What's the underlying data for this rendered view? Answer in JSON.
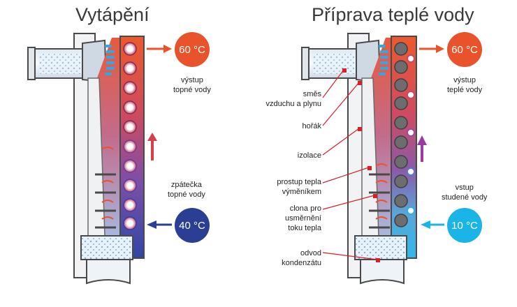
{
  "left": {
    "title": "Vytápění",
    "outlet_temp": "60 °C",
    "inlet_temp": "40 °C",
    "outlet_label": [
      "výstup",
      "topné vody"
    ],
    "inlet_label": [
      "zpátečka",
      "topné vody"
    ]
  },
  "right": {
    "title": "Příprava teplé vody",
    "outlet_temp": "60 °C",
    "inlet_temp": "10 °C",
    "outlet_label": [
      "výstup",
      "teplé vody"
    ],
    "inlet_label": [
      "vstup",
      "studené vody"
    ],
    "callouts": {
      "mix": [
        "směs",
        "vzduchu a plynu"
      ],
      "burner": [
        "hořák"
      ],
      "insulation": [
        "izolace"
      ],
      "heat_transfer": [
        "prostup tepla",
        "výměníkem"
      ],
      "baffle": [
        "clona pro",
        "usměrnění",
        "toku tepla"
      ],
      "condensate": [
        "odvod",
        "kondenzátu"
      ]
    }
  },
  "colors": {
    "hot": "#e8532b",
    "return_blue": "#2a3f94",
    "cold_cyan": "#1bb4e6",
    "callout_red": "#d81e2a",
    "arrow_up_red": "#d6404a",
    "arrow_up_purple": "#9a3aa0"
  }
}
